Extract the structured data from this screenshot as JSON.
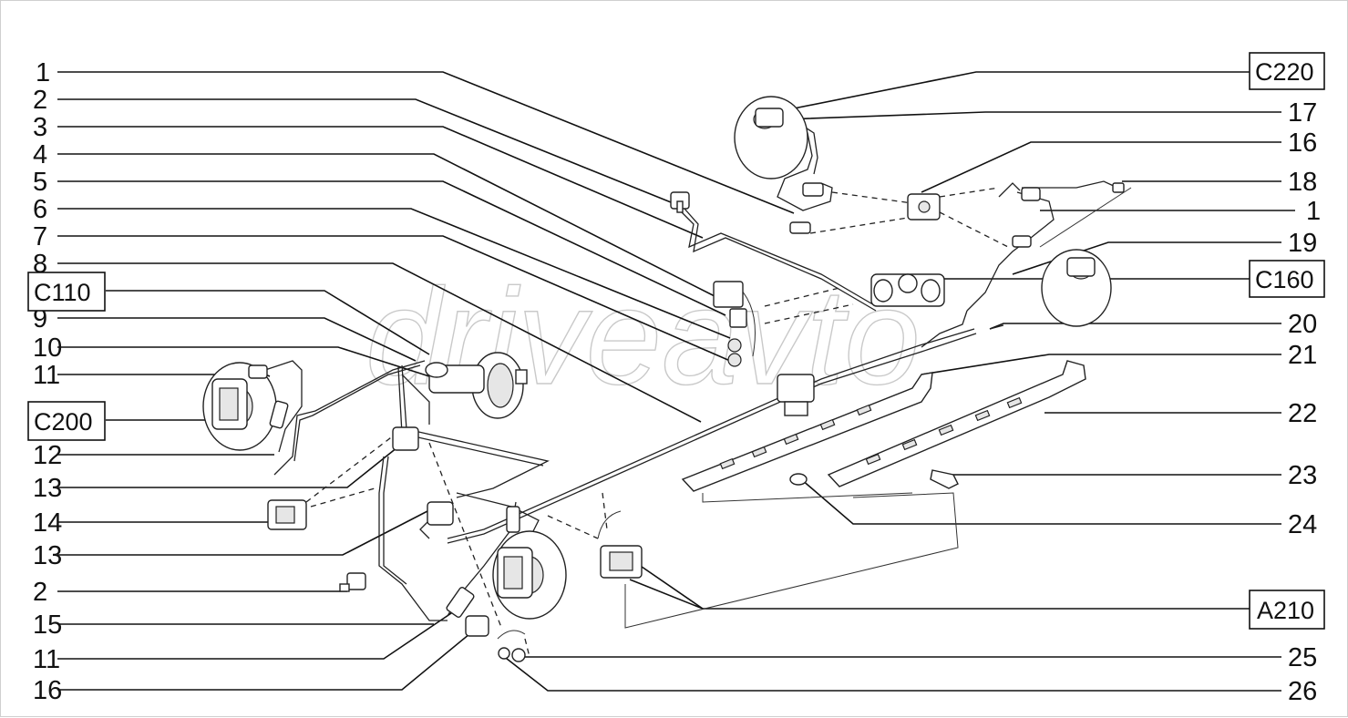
{
  "watermark": "driveavto",
  "callouts_left": [
    "1",
    "2",
    "3",
    "4",
    "5",
    "6",
    "7",
    "8",
    "9",
    "10",
    "11",
    "12",
    "13",
    "14",
    "13",
    "2",
    "15",
    "11",
    "16"
  ],
  "callouts_right": [
    "17",
    "16",
    "18",
    "1",
    "19",
    "20",
    "21",
    "22",
    "23",
    "24",
    "25",
    "26"
  ],
  "codes": {
    "c220": "C220",
    "c160": "C160",
    "c110": "C110",
    "c200": "C200",
    "a210": "A210"
  }
}
